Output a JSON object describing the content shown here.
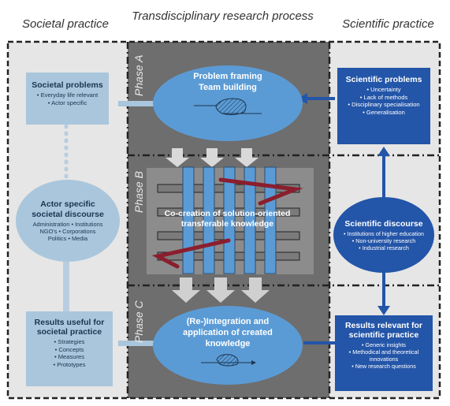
{
  "headers": {
    "societal": "Societal practice",
    "process": "Transdisciplinary research process",
    "scientific": "Scientific practice"
  },
  "phases": {
    "a": "Phase A",
    "b": "Phase B",
    "c": "Phase C"
  },
  "societal": {
    "problems": {
      "title": "Societal problems",
      "items": [
        "Everyday life relevant",
        "Actor specific"
      ]
    },
    "discourse": {
      "title": "Actor specific societal discourse",
      "lines": [
        "Administration • Institutions",
        "NGO's • Corporations",
        "Politics • Media"
      ]
    },
    "results": {
      "title": "Results useful for societal practice",
      "items": [
        "Strategies",
        "Concepts",
        "Measures",
        "Prototypes"
      ]
    }
  },
  "process": {
    "a": "Problem framing Team building",
    "b": "Co-creation of solution-oriented transferable knowledge",
    "c": "(Re-)Integration and application of created knowledge"
  },
  "scientific": {
    "problems": {
      "title": "Scientific problems",
      "items": [
        "Uncertainty",
        "Lack of methods",
        "Disciplinary specialisation",
        "Generalisation"
      ]
    },
    "discourse": {
      "title": "Scientific discourse",
      "items": [
        "Institutions of higher education",
        "Non-university research",
        "Industrial research"
      ]
    },
    "results": {
      "title": "Results relevant for scientific practice",
      "items": [
        "Generic insights",
        "Methodical and theoretical innovations",
        "New research questions"
      ]
    }
  },
  "colors": {
    "light_blue": "#a9c6dc",
    "mid_blue": "#5b9bd5",
    "dark_blue": "#2355a8",
    "grey": "#6e6e6e",
    "dark_red": "#8b1e2e"
  }
}
